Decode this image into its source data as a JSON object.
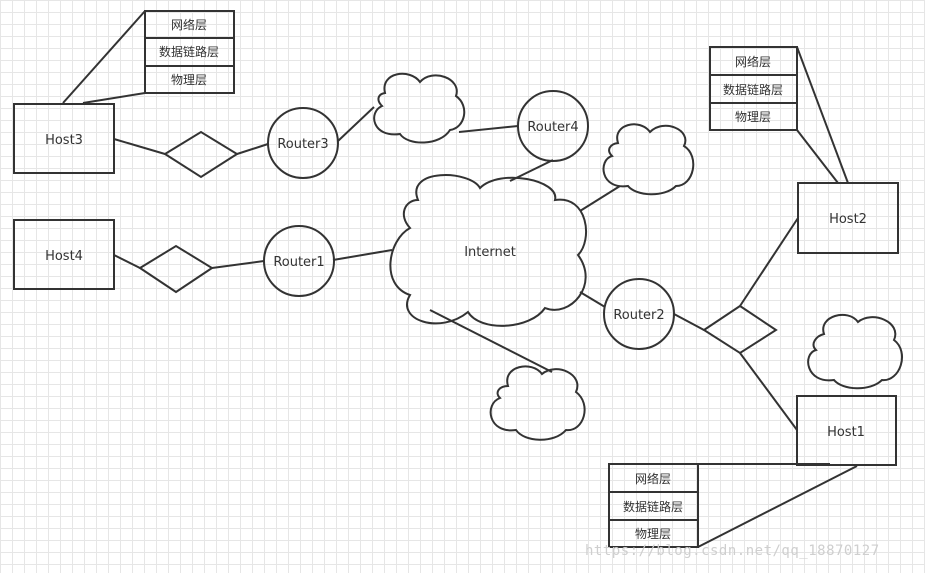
{
  "hosts": {
    "host1": "Host1",
    "host2": "Host2",
    "host3": "Host3",
    "host4": "Host4"
  },
  "routers": {
    "router1": "Router1",
    "router2": "Router2",
    "router3": "Router3",
    "router4": "Router4"
  },
  "internet": "Internet",
  "layers": {
    "network": "网络层",
    "datalink": "数据链路层",
    "physical": "物理层"
  },
  "watermark": "https://blog.csdn.net/qq_18870127"
}
